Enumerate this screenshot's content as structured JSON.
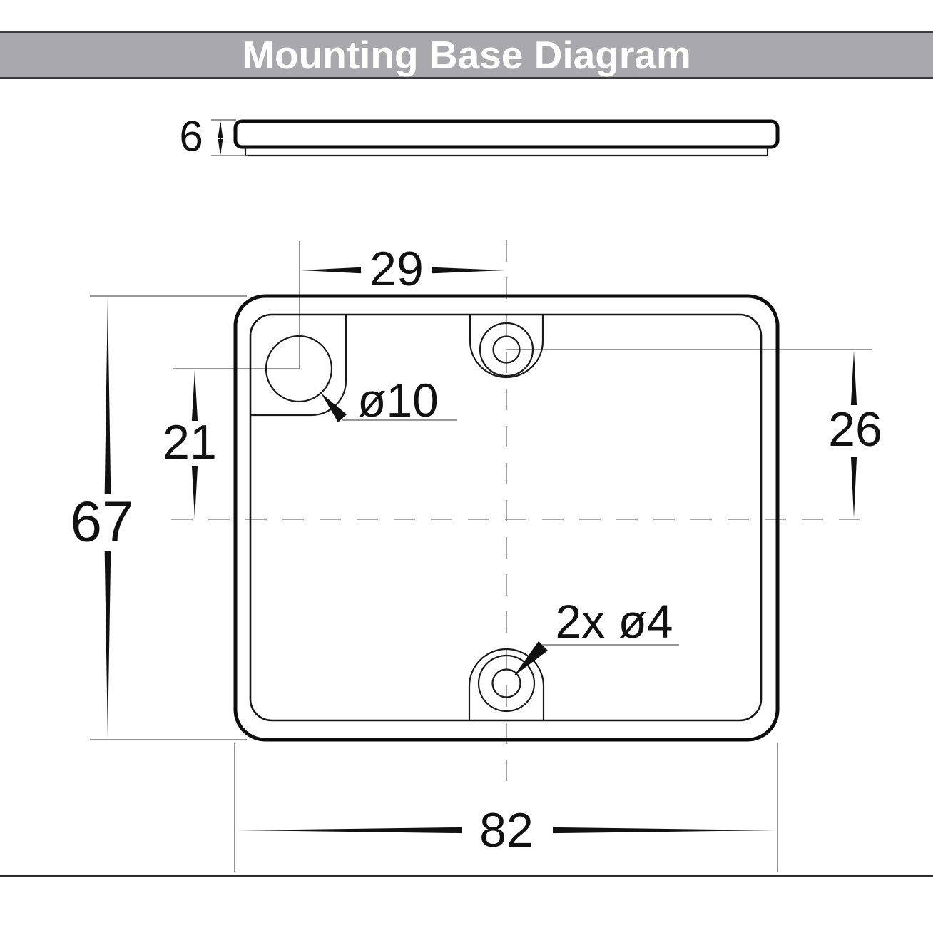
{
  "title_bar": {
    "title": "Mounting Base Diagram",
    "background": "#a8a8ad",
    "border_color": "#38383d",
    "text_color": "#ffffff"
  },
  "drawing": {
    "side_view": {
      "thickness": "6"
    },
    "plan_view": {
      "overall_width": "82",
      "overall_height": "67",
      "corner_hole_offset_x": "29",
      "corner_hole_offset_y": "21",
      "screw_hole_offset_y": "26",
      "corner_hole_diameter": "ø10",
      "screw_holes_note": "2x ø4"
    },
    "colors": {
      "outline": "#0d0d0d",
      "construction_line": "#777777",
      "centerline": "#8a8a8a",
      "dimension_text": "#111111"
    }
  }
}
